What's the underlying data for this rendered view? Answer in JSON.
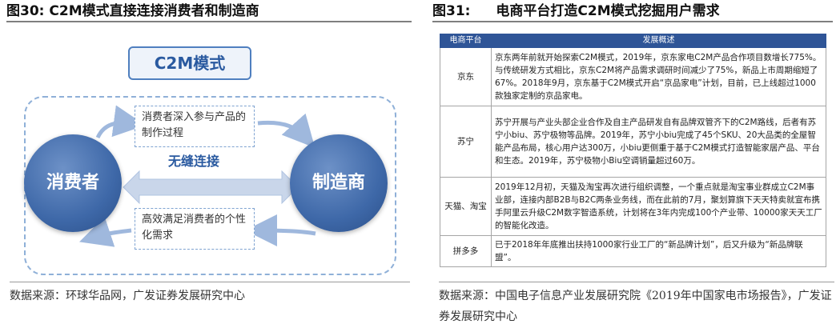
{
  "left_figure": {
    "number": "图30:",
    "title": "C2M模式直接连接消费者和制造商",
    "diagram": {
      "header": "C2M模式",
      "consumer": "消费者",
      "manufacturer": "制造商",
      "center_label": "无缝连接",
      "top_box": "消费者深入参与产品的制作过程",
      "bottom_box": "高效满足消费者的个性化需求"
    },
    "source": "数据来源：环球华品网，广发证券发展研究中心"
  },
  "right_figure": {
    "number": "图31:",
    "title": "电商平台打造C2M模式挖掘用户需求",
    "table": {
      "headers": [
        "电商平台",
        "发展概述"
      ],
      "rows": [
        {
          "platform": "京东",
          "desc": "京东两年前就开始探索C2M模式，2019年，京东家电C2M产品合作项目数增长775%。与传统研发方式相比，京东C2M将产品需求调研时间减少了75%，新品上市周期缩短了67%。2018年9月，京东基于C2M模式开启“京品家电”计划，目前，已上线超过1000款独家定制的京品家电。"
        },
        {
          "platform": "苏宁",
          "desc": "苏宁开展与产业头部企业合作及自主产品研发自有品牌双管齐下的C2M路线，后者有苏宁小biu、苏宁极物等品牌。2019年，苏宁小biu完成了45个SKU、20大品类的全屋智能产品布局，核心用户达300万，小biu更侧重于基于C2M模式打造智能家居产品、平台和生态。2019年，苏宁极物小Biu空调销量超过60万。"
        },
        {
          "platform": "天猫、淘宝",
          "desc": "2019年12月初，天猫及淘宝再次进行组织调整，一个重点就是淘宝事业群成立C2M事业部，连接内部B2B与B2C两条业务线，而在此前的7月，聚划算旗下天天特卖就宣布携手阿里云升级C2M数字智造系统，计划将在3年内完成100个产业带、10000家天天工厂的智能化改造。"
        },
        {
          "platform": "拼多多",
          "desc": "已于2018年年底推出扶持1000家行业工厂的“新品牌计划”，后又升级为“新品牌联盟”。"
        }
      ]
    },
    "source": "数据来源：中国电子信息产业发展研究院《2019年中国家电市场报告》，广发证券发展研究中心"
  },
  "colors": {
    "accent": "#2f5597",
    "circle": "#3e68a8",
    "arrow": "#c9d6ea",
    "dashed": "#8fb0d8"
  }
}
